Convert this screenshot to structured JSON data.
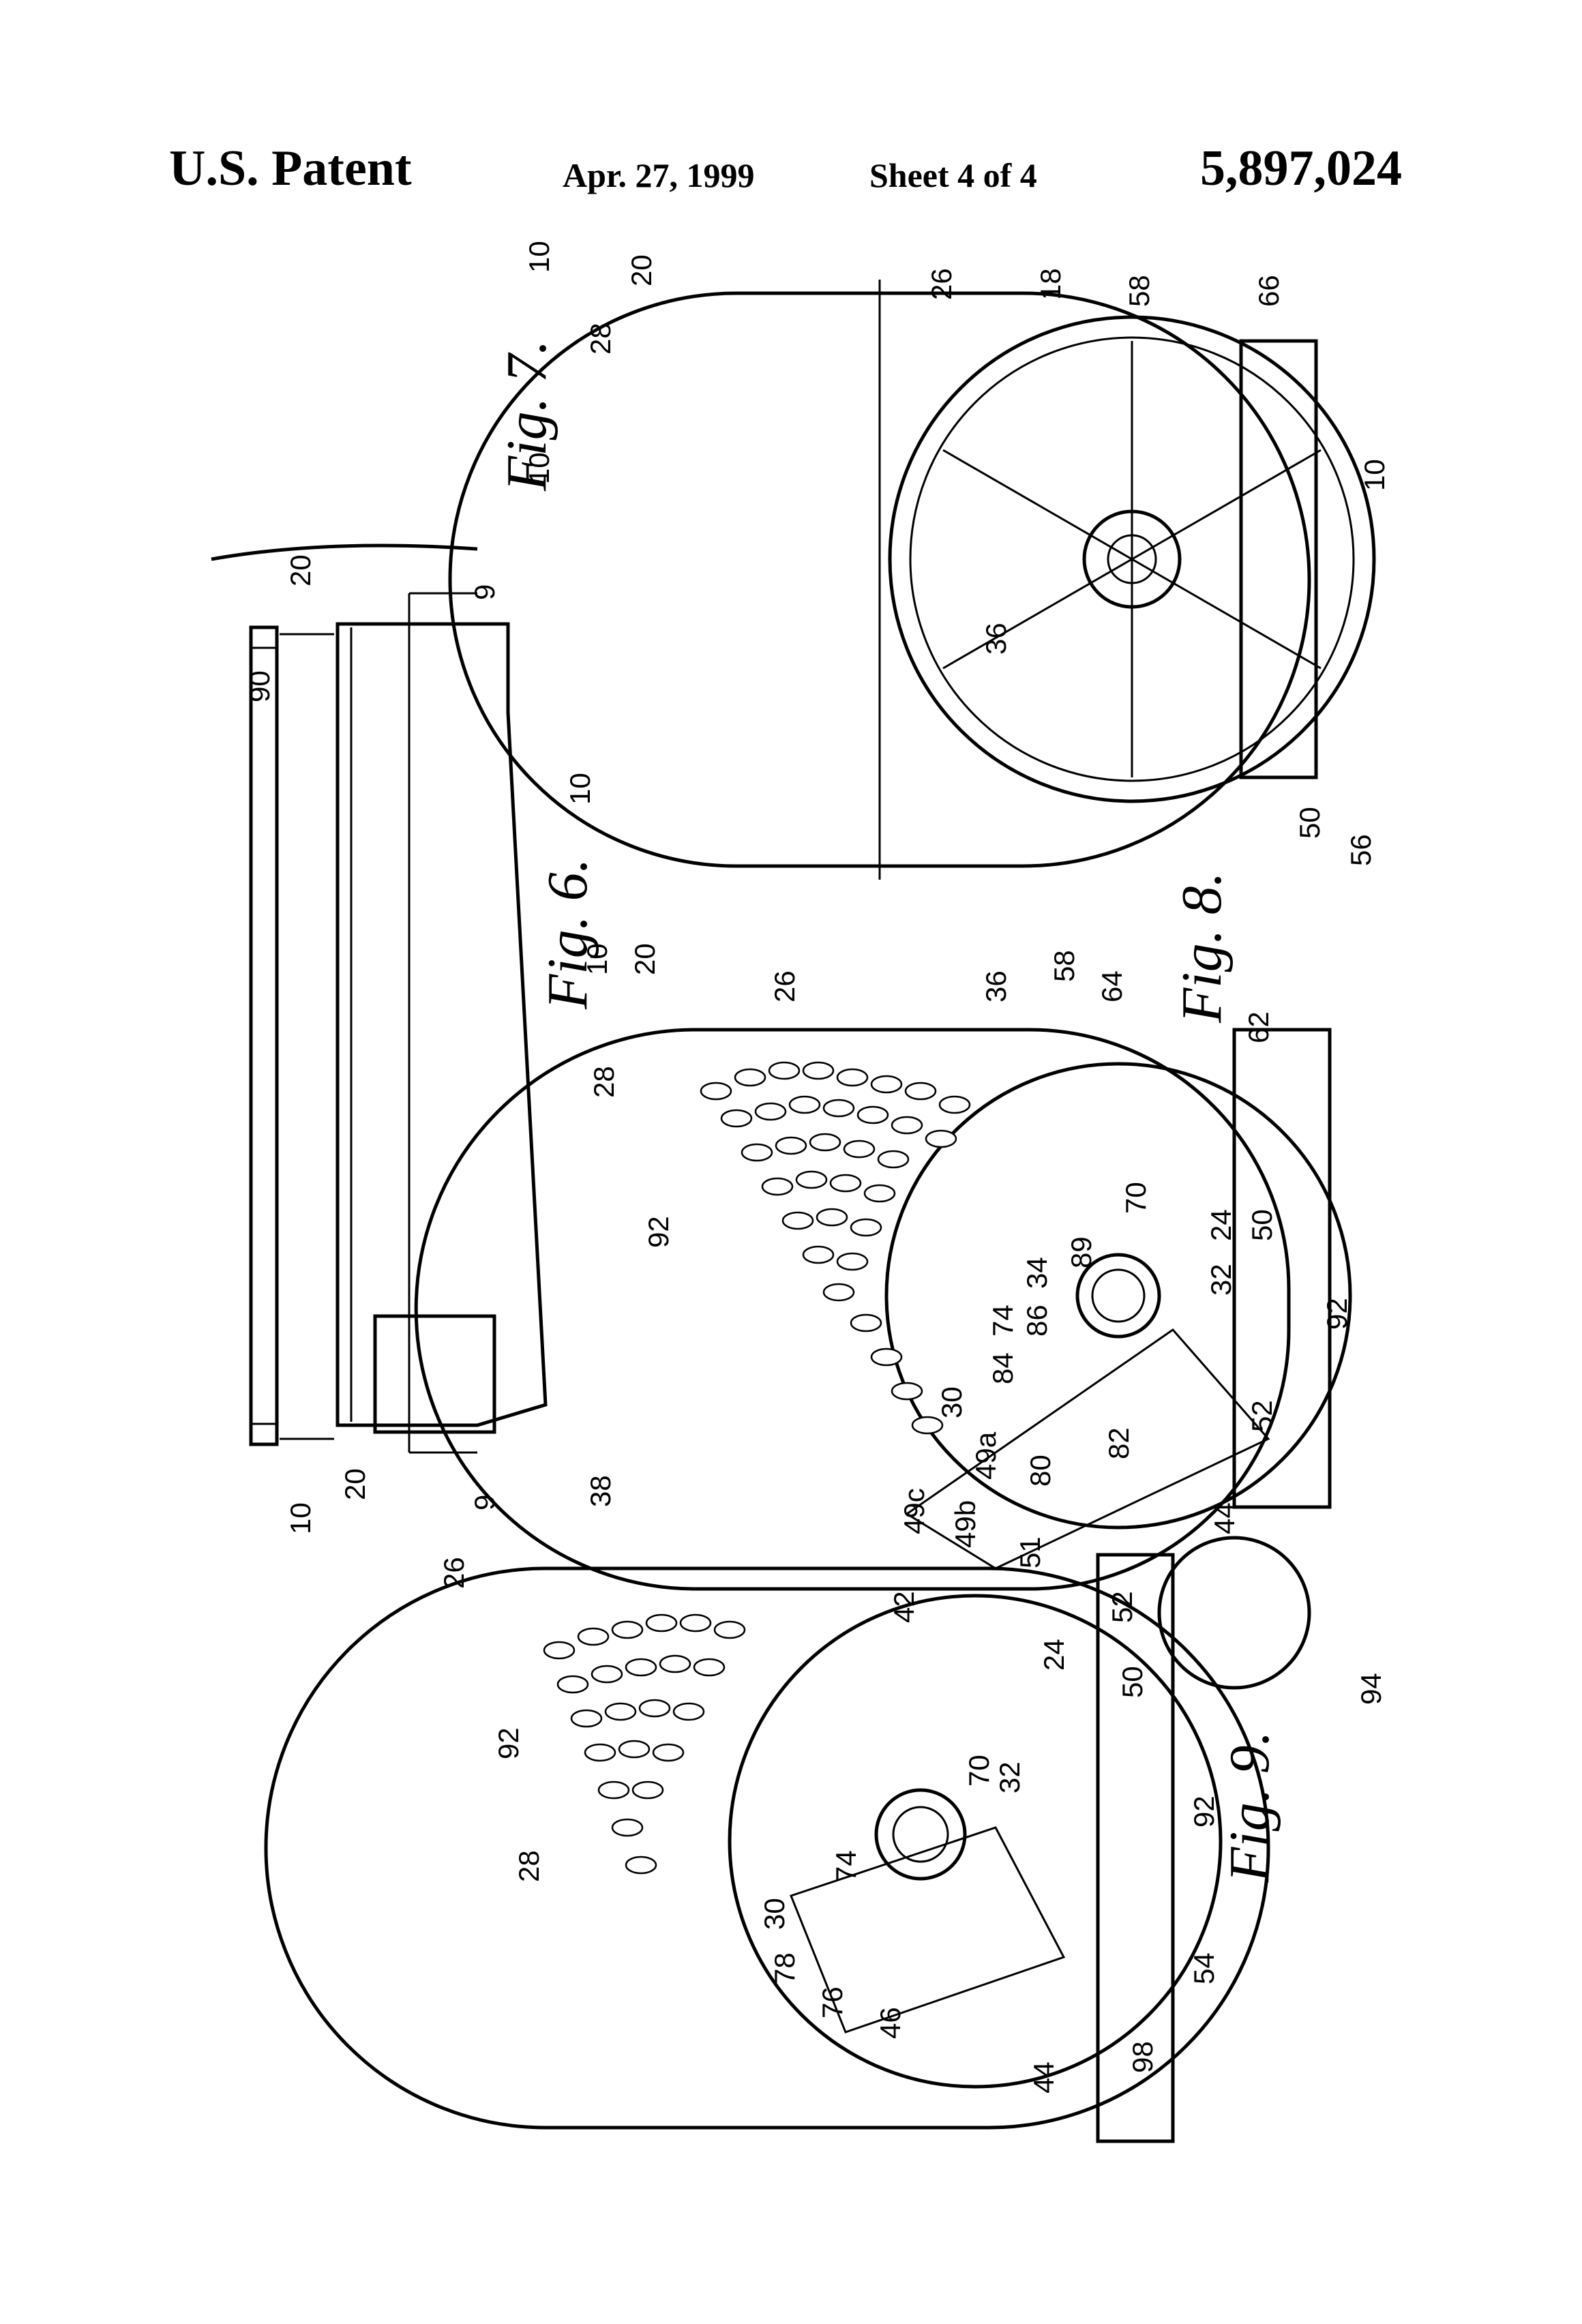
{
  "header": {
    "title": "U.S. Patent",
    "date": "Apr. 27, 1999",
    "sheet": "Sheet 4 of 4",
    "patent_number": "5,897,024"
  },
  "figures": {
    "fig6": {
      "label": "Fig. 6.",
      "refs": [
        "90",
        "20",
        "9",
        "9",
        "10"
      ]
    },
    "fig7": {
      "label": "Fig. 7.",
      "refs": [
        "10",
        "20",
        "26",
        "18",
        "58",
        "66",
        "28",
        "36",
        "10",
        "10",
        "50",
        "56"
      ]
    },
    "fig8": {
      "label": "Fig. 8.",
      "refs": [
        "10",
        "20",
        "26",
        "28",
        "58",
        "36",
        "64",
        "62",
        "92",
        "70",
        "89",
        "34",
        "86",
        "74",
        "84",
        "24",
        "50",
        "32",
        "92",
        "30",
        "49a",
        "80",
        "82",
        "38",
        "49c",
        "49b",
        "51",
        "52",
        "44"
      ]
    },
    "fig9": {
      "label": "Fig. 9.",
      "refs": [
        "20",
        "26",
        "10",
        "92",
        "28",
        "42",
        "24",
        "70",
        "32",
        "74",
        "30",
        "78",
        "76",
        "46",
        "44",
        "52",
        "50",
        "92",
        "94",
        "54",
        "98"
      ]
    }
  }
}
